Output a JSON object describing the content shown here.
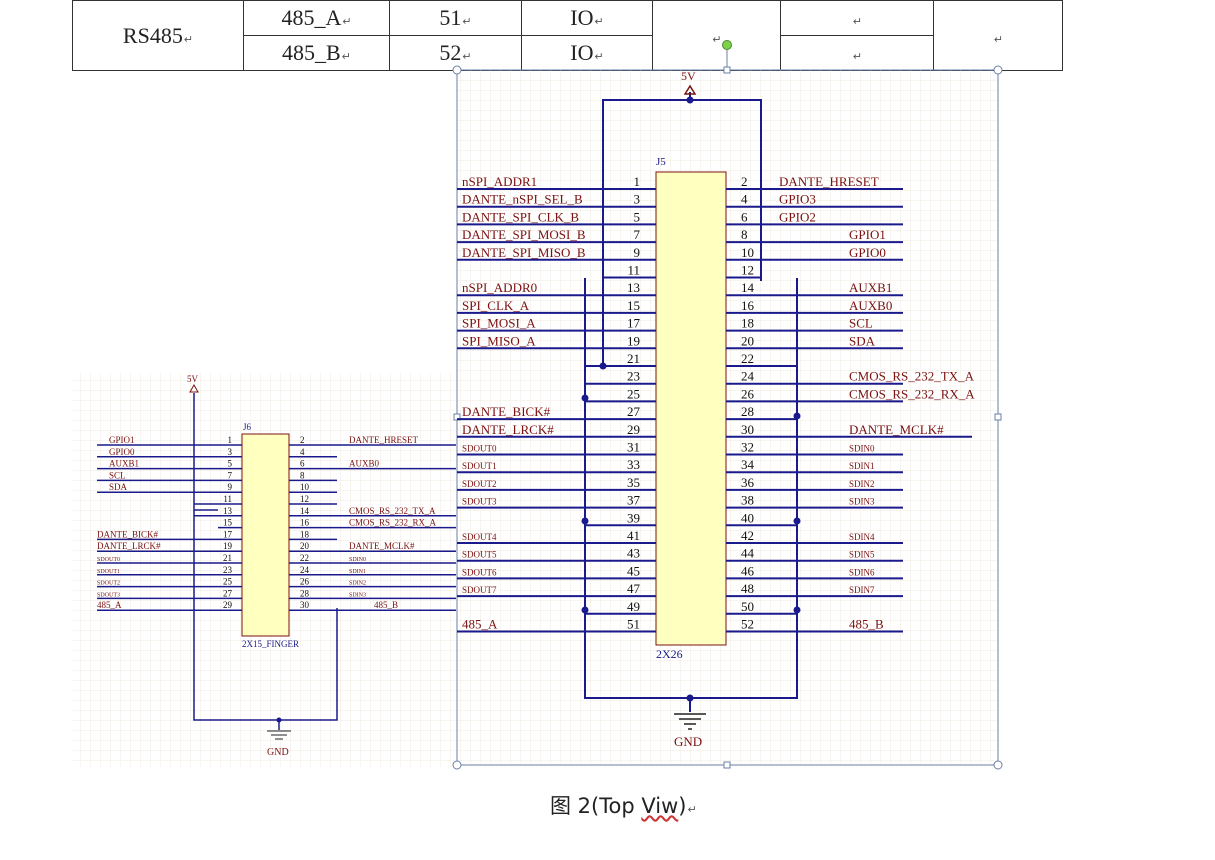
{
  "table": {
    "rows": [
      {
        "group": "RS485",
        "signal": "485_A",
        "pin": "51",
        "type": "IO"
      },
      {
        "group": "",
        "signal": "485_B",
        "pin": "52",
        "type": "IO"
      }
    ],
    "mark": "↵"
  },
  "j5": {
    "designator": "J5",
    "part": "2X26",
    "power": "5V",
    "ground": "GND",
    "odd_labels": [
      "nSPI_ADDR1",
      "DANTE_nSPI_SEL_B",
      "DANTE_SPI_CLK_B",
      "DANTE_SPI_MOSI_B",
      "DANTE_SPI_MISO_B",
      "",
      "nSPI_ADDR0",
      "SPI_CLK_A",
      "SPI_MOSI_A",
      "SPI_MISO_A",
      "",
      "",
      "",
      "DANTE_BICK#",
      "DANTE_LRCK#",
      "SDOUT0",
      "SDOUT1",
      "SDOUT2",
      "SDOUT3",
      "",
      "SDOUT4",
      "SDOUT5",
      "SDOUT6",
      "SDOUT7",
      "",
      "485_A"
    ],
    "even_labels": [
      "DANTE_HRESET",
      "GPIO3",
      "GPIO2",
      "GPIO1",
      "GPIO0",
      "",
      "AUXB1",
      "AUXB0",
      "SCL",
      "SDA",
      "",
      "CMOS_RS_232_TX_A",
      "CMOS_RS_232_RX_A",
      "",
      "DANTE_MCLK#",
      "SDIN0",
      "SDIN1",
      "SDIN2",
      "SDIN3",
      "",
      "SDIN4",
      "SDIN5",
      "SDIN6",
      "SDIN7",
      "",
      "485_B"
    ]
  },
  "j6": {
    "designator": "J6",
    "part": "2X15_FINGER",
    "power": "5V",
    "ground": "GND",
    "odd_labels": [
      "GPIO1",
      "GPIO0",
      "AUXB1",
      "SCL",
      "SDA",
      "",
      "",
      "",
      "DANTE_BICK#",
      "DANTE_LRCK#",
      "SDOUT0",
      "SDOUT1",
      "SDOUT2",
      "SDOUT3",
      "485_A"
    ],
    "even_labels": [
      "DANTE_HRESET",
      "",
      "AUXB0",
      "",
      "",
      "",
      "CMOS_RS_232_TX_A",
      "CMOS_RS_232_RX_A",
      "",
      "DANTE_MCLK#",
      "SDIN0",
      "SDIN1",
      "SDIN2",
      "SDIN3",
      "485_B"
    ]
  },
  "caption": {
    "prefix": "图 2(Top ",
    "word": "Viw",
    "suffix": ")"
  },
  "colors": {
    "wire": "#1a1a8c",
    "label": "#7a1010",
    "body": "#ffffc0",
    "grid": "#f0ebe0"
  }
}
